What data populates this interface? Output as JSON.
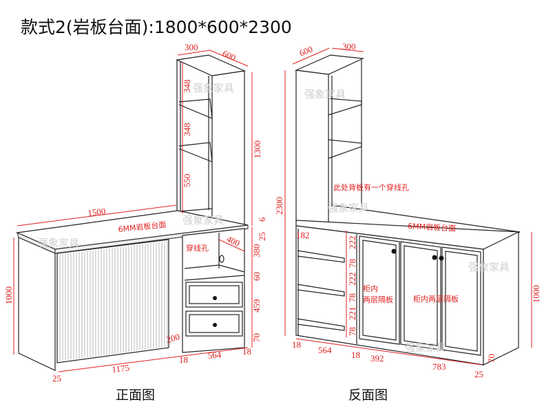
{
  "title": "款式2(岩板台面):1800*600*2300",
  "watermark": "强象家具",
  "front_view": {
    "caption": "正面图",
    "countertop_note": "6MM岩板台面",
    "cable_hole_note": "穿线孔",
    "dims": {
      "tower_width": "300",
      "tower_depth": "600",
      "shelf1": "348",
      "shelf2": "348",
      "shelf3": "550",
      "tower_height": "1300",
      "desk_length": "1500",
      "top_thickness": "6",
      "top_gap": "25",
      "opening_depth": "400",
      "opening_height": "380",
      "gap_60": "60",
      "drawer_height": "459",
      "base_70": "70",
      "desk_height": "1000",
      "side_200": "200",
      "panel_18a": "18",
      "cabinet_width": "564",
      "panel_18b": "18",
      "knee_width": "1175",
      "overhang": "25"
    }
  },
  "back_view": {
    "caption": "反面图",
    "countertop_note": "6MM岩板台面",
    "backboard_note": "此处背板有一个穿线孔",
    "inner_shelf_note_left": [
      "柜内",
      "两层隔板"
    ],
    "inner_shelf_note_right": "柜内两层隔板",
    "dims": {
      "tower_depth": "600",
      "tower_width": "300",
      "total_height": "2300",
      "depth_182": "182",
      "s1": "222",
      "g1": "78",
      "s2": "222",
      "g2": "78",
      "s3": "221",
      "g3": "78",
      "desk_height": "1000",
      "panel_18a": "18",
      "open_width": "564",
      "panel_18b": "18",
      "door_392": "392",
      "door_783": "783",
      "overhang": "25",
      "base_70": "70"
    }
  }
}
